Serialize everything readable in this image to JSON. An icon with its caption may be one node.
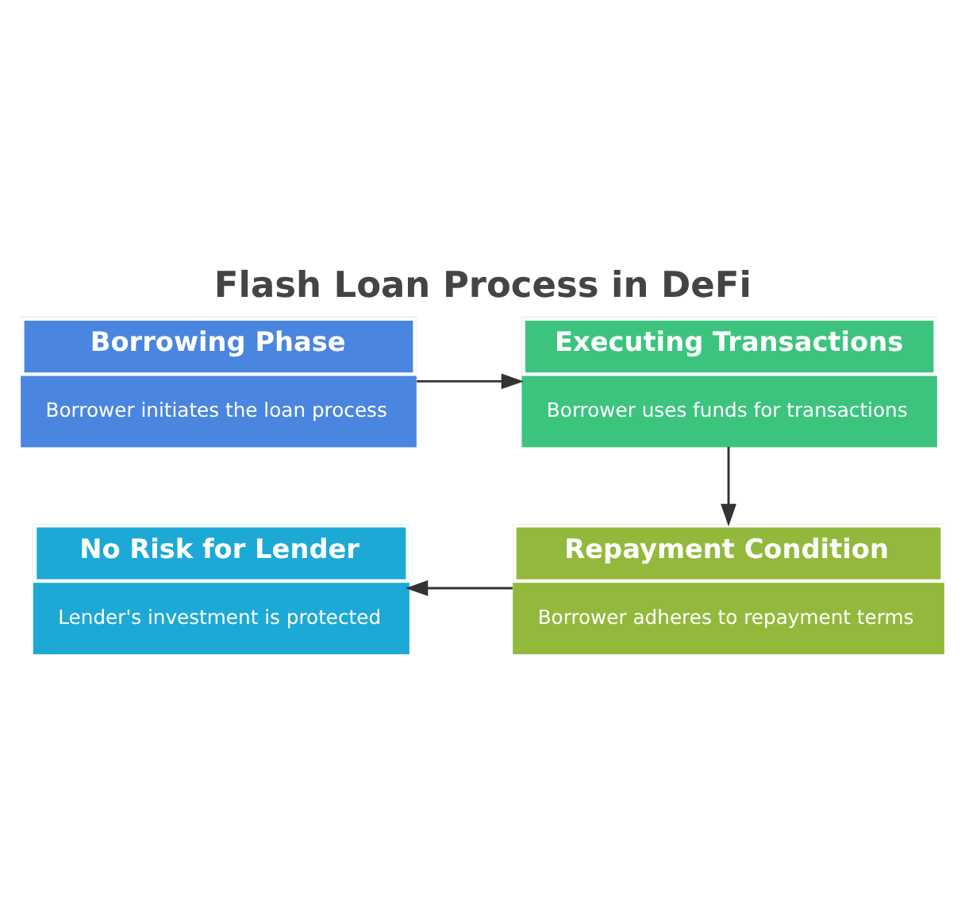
{
  "diagram": {
    "title": "Flash Loan Process in DeFi",
    "nodes": [
      {
        "text": [
          "Borrowing Phase",
          "Borrower initiates the loan process"
        ]
      },
      {
        "text": [
          "Executing Transactions",
          "Borrower uses funds for transactions"
        ]
      },
      {
        "text": [
          "No Risk for Lender",
          "Lender's investment is protected"
        ]
      },
      {
        "text": [
          "Repayment Condition",
          "Borrower adheres to repayment terms"
        ]
      }
    ],
    "edges": [
      {
        "from": 0,
        "to": 1,
        "arrow": "to"
      },
      {
        "from": 1,
        "to": 3,
        "arrow": "to"
      },
      {
        "from": 3,
        "to": 2,
        "arrow": "to"
      }
    ]
  }
}
